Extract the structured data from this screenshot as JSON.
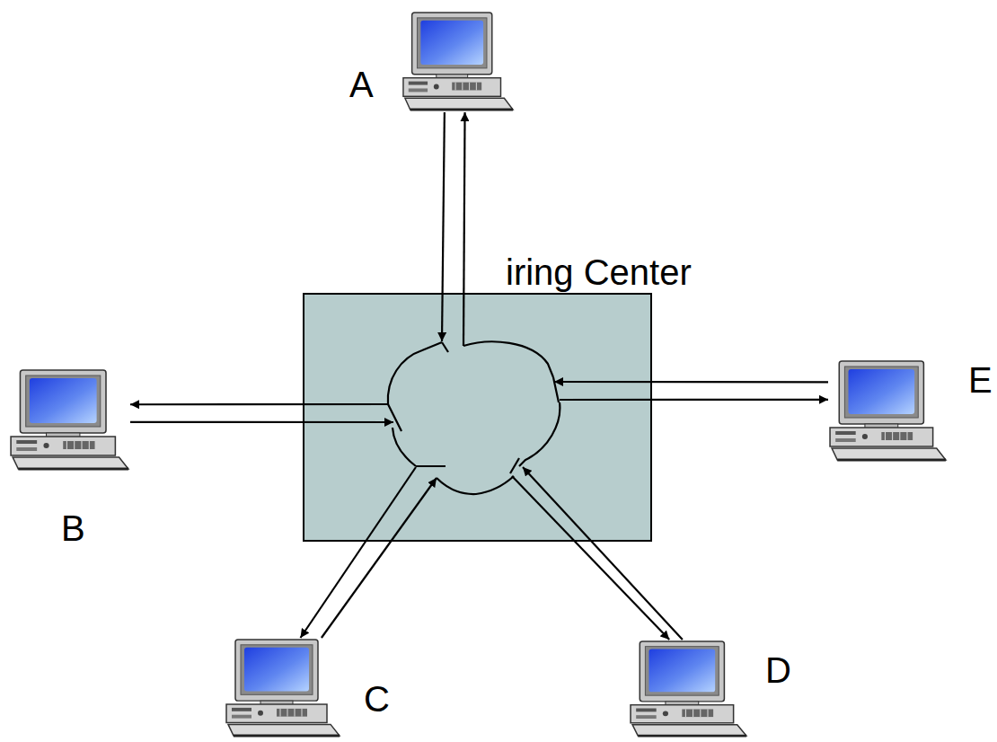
{
  "diagram": {
    "nodes": [
      {
        "text": [
          "A"
        ]
      },
      {
        "text": [
          "iring Center"
        ]
      },
      {
        "text": [
          "B"
        ]
      },
      {
        "text": [
          "E"
        ]
      },
      {
        "text": [
          "C"
        ]
      },
      {
        "text": [
          "D"
        ]
      }
    ],
    "edges": [
      {
        "from": 0,
        "to": 1,
        "arrow": "to"
      },
      {
        "from": 1,
        "to": 0,
        "arrow": "to"
      },
      {
        "from": 2,
        "to": 1,
        "arrow": "to"
      },
      {
        "from": 1,
        "to": 2,
        "arrow": "to"
      },
      {
        "from": 3,
        "to": 1,
        "arrow": "to"
      },
      {
        "from": 1,
        "to": 3,
        "arrow": "to"
      },
      {
        "from": 4,
        "to": 1,
        "arrow": "to"
      },
      {
        "from": 1,
        "to": 4,
        "arrow": "to"
      },
      {
        "from": 5,
        "to": 1,
        "arrow": "to"
      },
      {
        "from": 1,
        "to": 5,
        "arrow": "to"
      }
    ]
  }
}
